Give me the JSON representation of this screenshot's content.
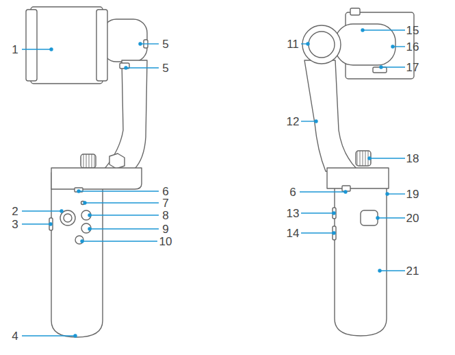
{
  "diagram": {
    "labels": [
      "1",
      "5",
      "5",
      "6",
      "2",
      "7",
      "8",
      "3",
      "9",
      "10",
      "4",
      "11",
      "15",
      "16",
      "17",
      "12",
      "18",
      "6",
      "19",
      "13",
      "20",
      "14",
      "21"
    ]
  }
}
